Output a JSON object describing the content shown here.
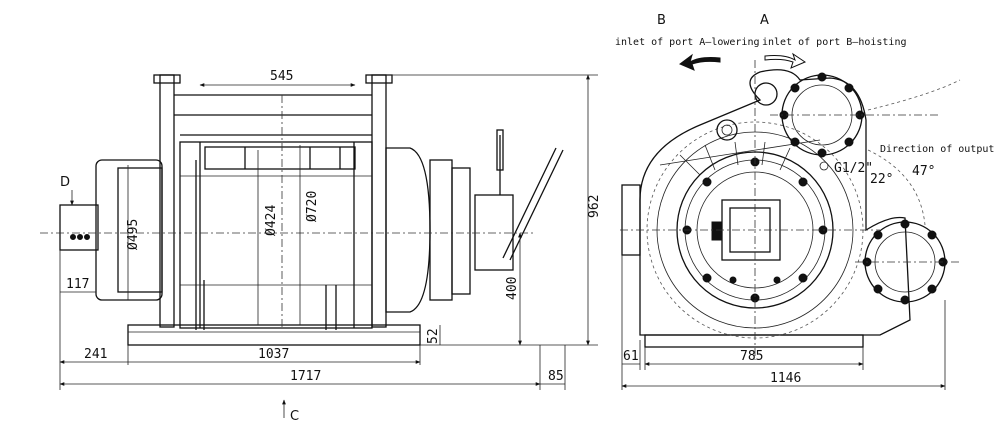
{
  "labels": {
    "port_b_letter": "B",
    "port_a_letter": "A",
    "port_a_text": "inlet of port A—lowering",
    "port_b_text": "inlet of port B—hoisting",
    "view_d": "D",
    "view_c": "C",
    "direction_output": "Direction of output",
    "port_size": "G1/2\"",
    "angle_22": "22°",
    "angle_47": "47°"
  },
  "dimensions": {
    "d545": "545",
    "d424": "Ø424",
    "d720": "Ø720",
    "d495": "Ø495",
    "d962": "962",
    "d400": "400",
    "d117": "117",
    "d52": "52",
    "d241": "241",
    "d1037": "1037",
    "d1717": "1717",
    "d85": "85",
    "d61": "61",
    "d785": "785",
    "d1146": "1146"
  }
}
